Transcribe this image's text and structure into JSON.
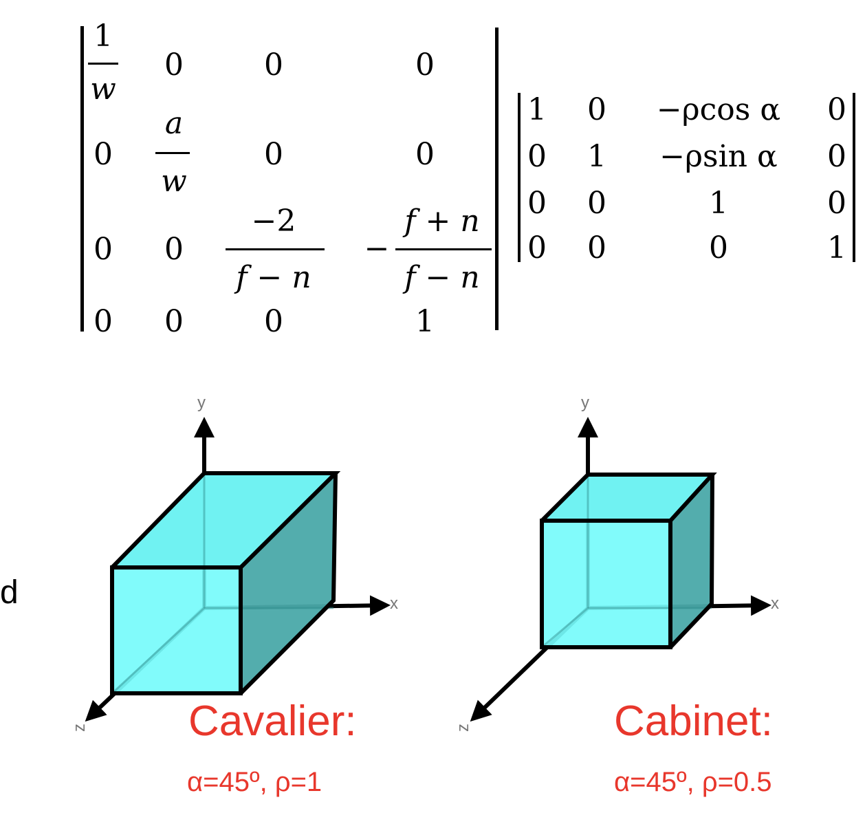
{
  "matrix_left": {
    "r1": {
      "c1_num": "1",
      "c1_den": "w",
      "c2": "0",
      "c3": "0",
      "c4": "0"
    },
    "r2": {
      "c1": "0",
      "c2_num": "a",
      "c2_den": "w",
      "c3": "0",
      "c4": "0"
    },
    "r3": {
      "c1": "0",
      "c2": "0",
      "c3_num": "−2",
      "c3_den": "f − n",
      "c4_sign": "−",
      "c4_num": "f + n",
      "c4_den": "f − n"
    },
    "r4": {
      "c1": "0",
      "c2": "0",
      "c3": "0",
      "c4": "1"
    }
  },
  "matrix_right": {
    "r1": [
      "1",
      "0",
      "−ρcos α",
      "0"
    ],
    "r2": [
      "0",
      "1",
      "−ρsin α",
      "0"
    ],
    "r3": [
      "0",
      "0",
      "1",
      "0"
    ],
    "r4": [
      "0",
      "0",
      "0",
      "1"
    ]
  },
  "side_label": "d",
  "diagram_left": {
    "axis_y": "y",
    "axis_x": "x",
    "axis_z": "z",
    "caption_title": "Cavalier:",
    "caption_params": "α=45º, ρ=1"
  },
  "diagram_right": {
    "axis_y": "y",
    "axis_x": "x",
    "axis_z": "z",
    "caption_title": "Cabinet:",
    "caption_params": "α=45º, ρ=0.5"
  },
  "colors": {
    "cube_front": "#76fbfb",
    "cube_top": "#70f2f2",
    "cube_side": "#4aa9a9",
    "caption": "#e8372c",
    "axis_label": "#777777"
  }
}
